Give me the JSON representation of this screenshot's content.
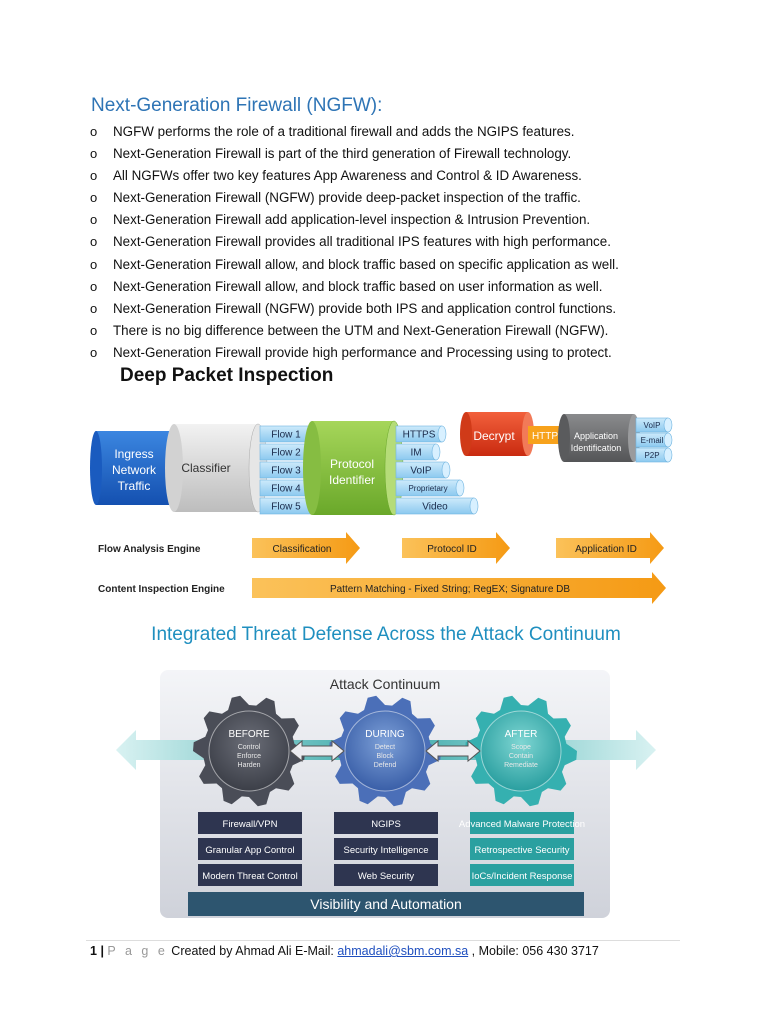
{
  "heading": "Next-Generation Firewall (NGFW):",
  "bullet_marker": "o",
  "bullets": [
    "NGFW performs the role of a traditional firewall and adds the NGIPS features.",
    "Next-Generation Firewall is part of the third generation of Firewall technology.",
    "All NGFWs offer two key features App Awareness and Control & ID Awareness.",
    "Next-Generation Firewall (NGFW) provide deep-packet inspection of the traffic.",
    "Next-Generation Firewall add application-level inspection & Intrusion Prevention.",
    "Next-Generation Firewall provides all traditional IPS features with high performance.",
    "Next-Generation Firewall allow, and block traffic based on specific application as well.",
    "Next-Generation Firewall allow, and block traffic based on user information as well.",
    "Next-Generation Firewall  (NGFW) provide both IPS and application control functions.",
    "There is no big difference between the UTM and Next-Generation Firewall (NGFW).",
    "Next-Generation Firewall provide high performance and Processing using to protect."
  ],
  "dpi": {
    "title": "Deep Packet Inspection",
    "ingress": [
      "Ingress",
      "Network",
      "Traffic"
    ],
    "classifier": "Classifier",
    "flows": [
      "Flow 1",
      "Flow 2",
      "Flow 3",
      "Flow 4",
      "Flow 5"
    ],
    "protocol_identifier": [
      "Protocol",
      "Identifier"
    ],
    "protocols": [
      "HTTPS",
      "IM",
      "VoIP",
      "Proprietary",
      "Video"
    ],
    "decrypt": "Decrypt",
    "http": "HTTP",
    "app_identification": [
      "Application",
      "Identification"
    ],
    "apps": [
      "VoIP",
      "E-mail",
      "P2P"
    ],
    "flow_engine_label": "Flow Analysis Engine",
    "flow_engine_stages": [
      "Classification",
      "Protocol ID",
      "Application ID"
    ],
    "content_engine_label": "Content Inspection Engine",
    "content_engine_text": "Pattern Matching - Fixed String; RegEX; Signature DB",
    "colors": {
      "blue": "#1f64c8",
      "light_blue": "#a9d8f4",
      "green": "#8cc53f",
      "red": "#e23b1e",
      "orange": "#f7a21c",
      "gray": "#6d6e70"
    }
  },
  "threat": {
    "title": "Integrated Threat Defense Across the Attack Continuum",
    "continuum_label": "Attack Continuum",
    "gears": [
      {
        "name": "BEFORE",
        "lines": [
          "Control",
          "Enforce",
          "Harden"
        ]
      },
      {
        "name": "DURING",
        "lines": [
          "Detect",
          "Block",
          "Defend"
        ]
      },
      {
        "name": "AFTER",
        "lines": [
          "Scope",
          "Contain",
          "Remediate"
        ]
      }
    ],
    "columns": [
      [
        "Firewall/VPN",
        "Granular App Control",
        "Modern Threat Control"
      ],
      [
        "NGIPS",
        "Security Intelligence",
        "Web Security"
      ],
      [
        "Advanced Malware Protection",
        "Retrospective Security",
        "IoCs/Incident Response"
      ]
    ],
    "bottom_bar": "Visibility and Automation",
    "colors": {
      "title": "#1f8fbf",
      "dark": "#2a3550",
      "teal": "#2aa7a7"
    }
  },
  "footer": {
    "page_number": "1",
    "separator": "|",
    "page_label": "P a g e",
    "created_by": "Created by Ahmad Ali E-Mail:",
    "email": "ahmadali@sbm.com.sa",
    "mobile": ", Mobile: 056 430 3717"
  }
}
